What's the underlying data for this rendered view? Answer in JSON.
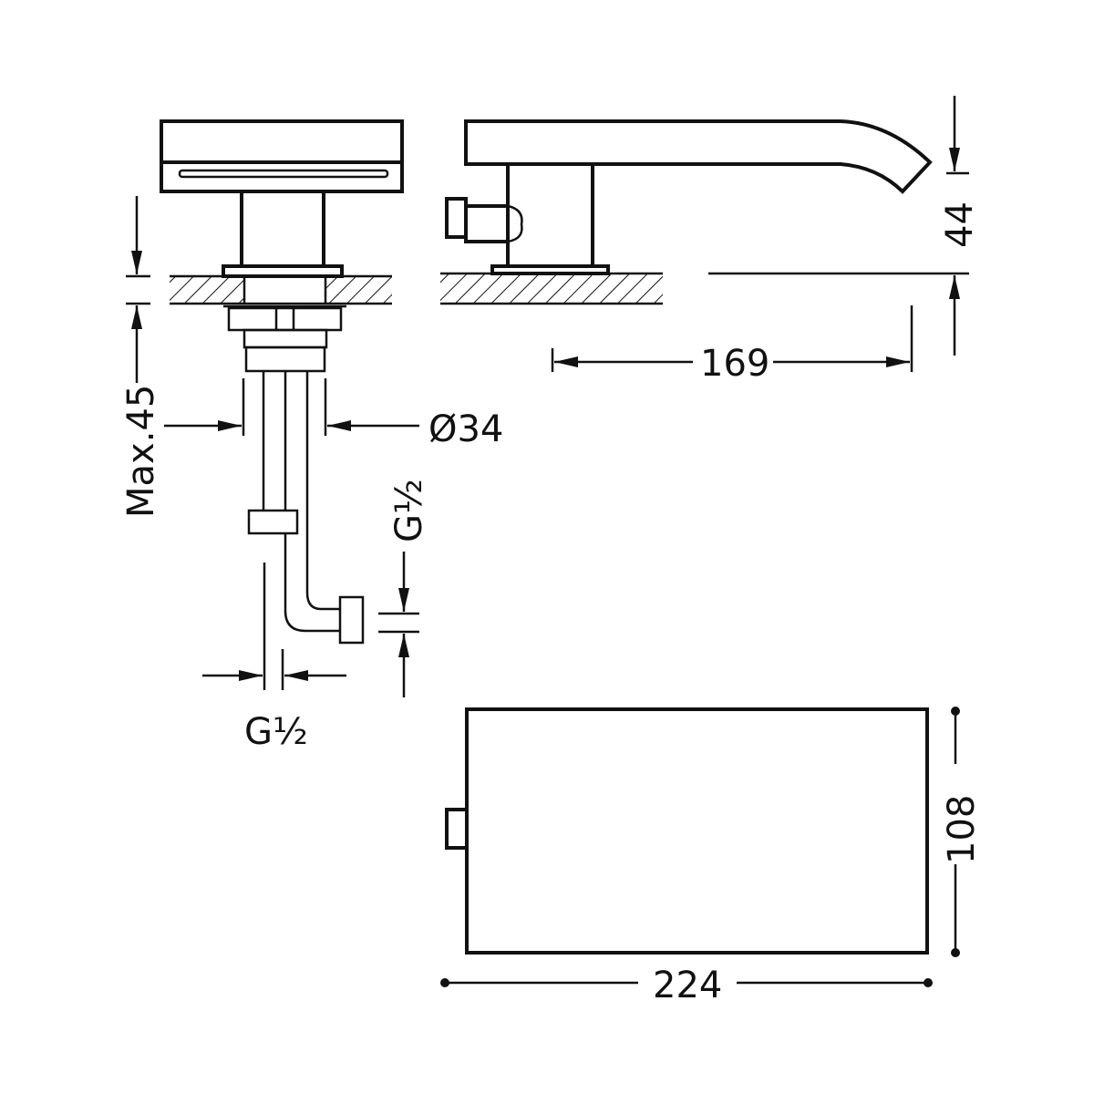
{
  "drawing": {
    "front_view": {
      "dim_max_height": "Max.45",
      "dim_diameter": "Ø34",
      "dim_inlet_horizontal": "G½",
      "dim_inlet_vertical": "G½"
    },
    "side_view": {
      "dim_reach": "169",
      "dim_spout_height": "44"
    },
    "top_view": {
      "dim_width": "224",
      "dim_depth": "108"
    },
    "colors": {
      "line": "#111111",
      "background": "#ffffff"
    }
  }
}
